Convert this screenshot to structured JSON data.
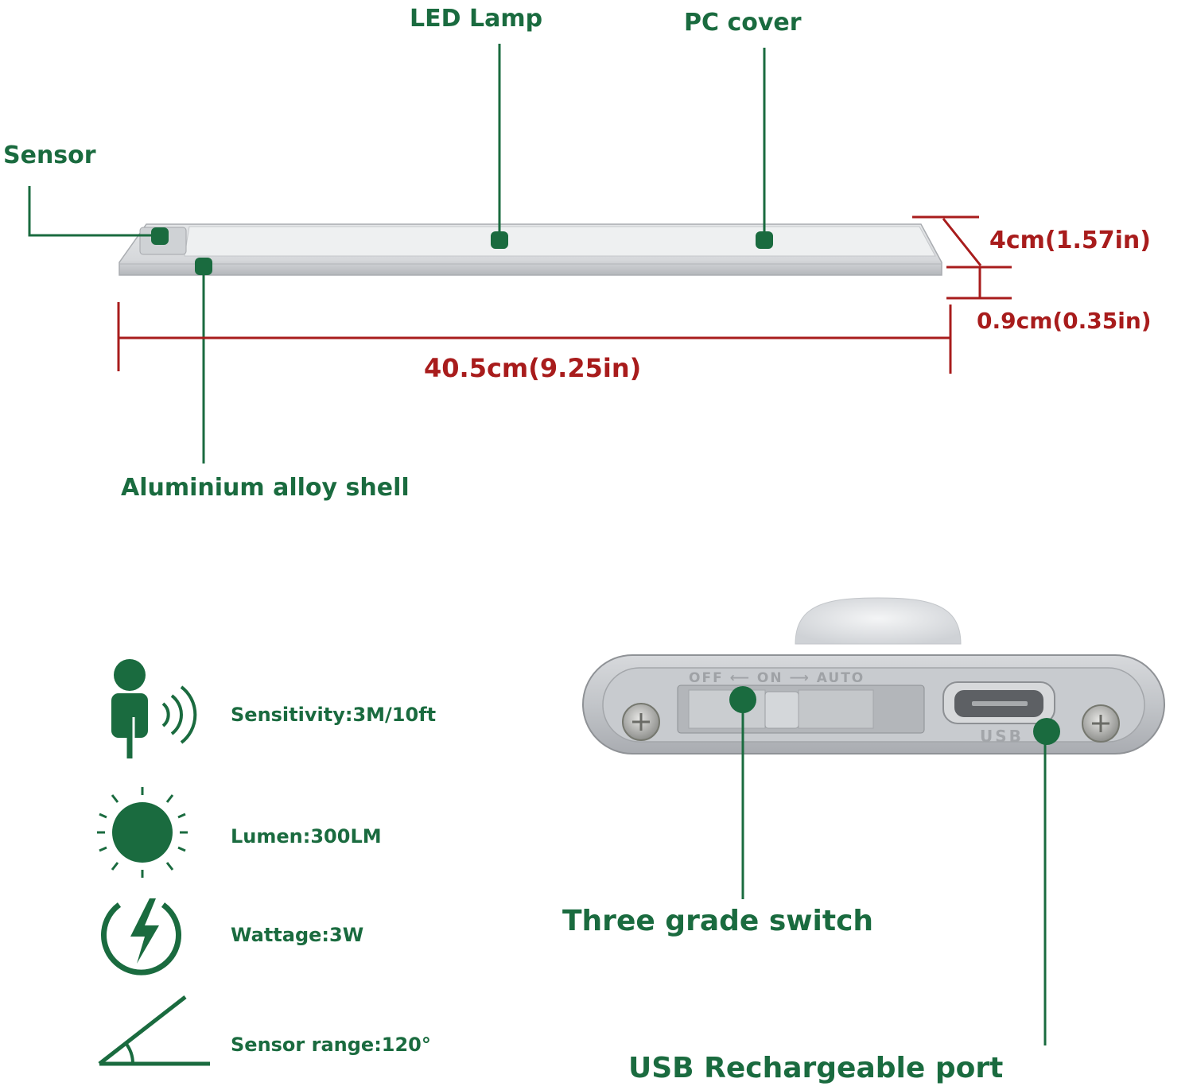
{
  "colors": {
    "label_green": "#1a6b3f",
    "dimension_red": "#a81c1c",
    "metal_silver": "#c9cbce"
  },
  "callouts": {
    "led_lamp": "LED Lamp",
    "pc_cover": "PC cover",
    "sensor": "Sensor",
    "aluminium_shell": "Aluminium alloy shell",
    "three_grade_switch": "Three grade switch",
    "usb_port": "USB Rechargeable port"
  },
  "dimensions": {
    "width": "4cm(1.57in)",
    "thickness": "0.9cm(0.35in)",
    "length": "40.5cm(9.25in)"
  },
  "end_cap": {
    "switch_labels": "OFF ⟵ ON ⟶ AUTO",
    "usb_mark": "USB"
  },
  "specs": [
    {
      "icon": "person-motion-icon",
      "text": "Sensitivity:3M/10ft"
    },
    {
      "icon": "sun-icon",
      "text": "Lumen:300LM"
    },
    {
      "icon": "lightning-bolt-icon",
      "text": "Wattage:3W"
    },
    {
      "icon": "angle-icon",
      "text": "Sensor range:120°"
    }
  ]
}
